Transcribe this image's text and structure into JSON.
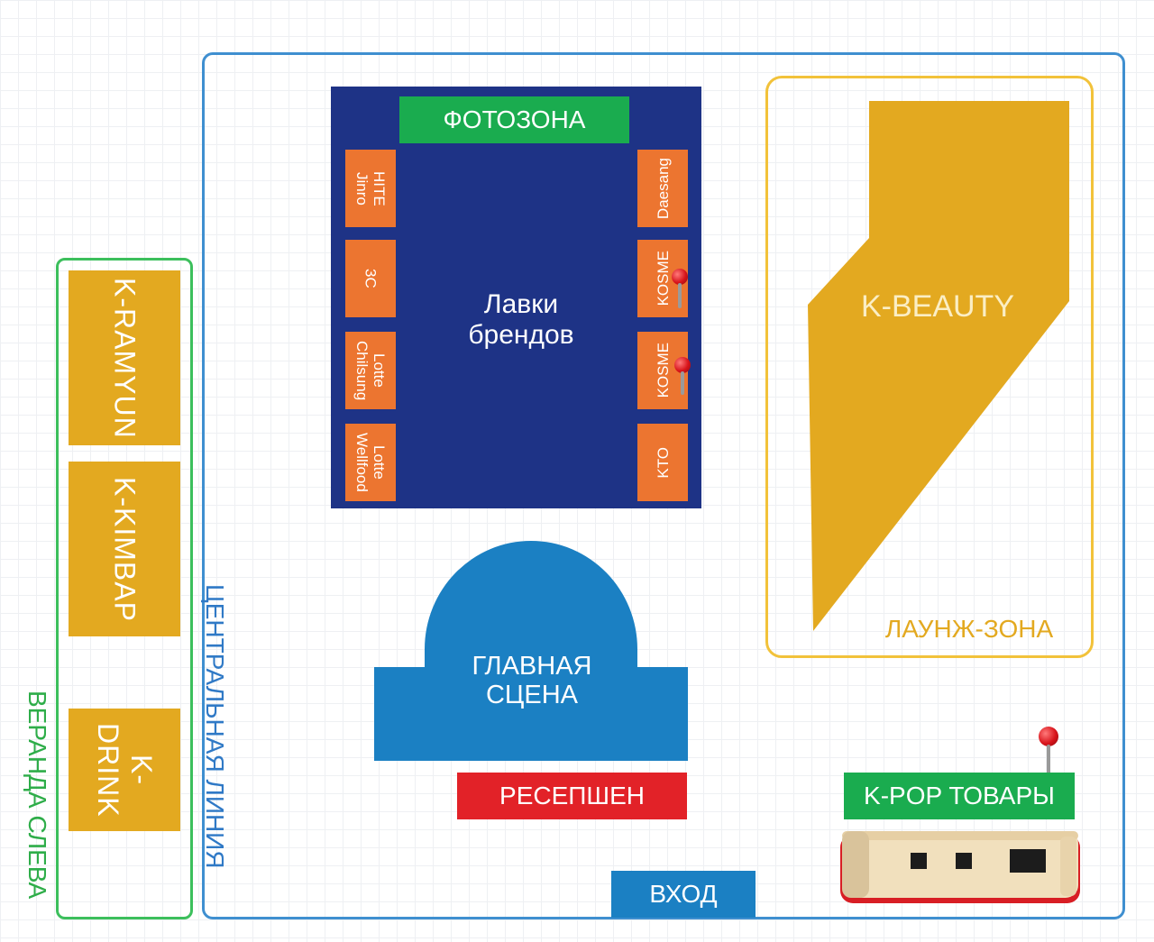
{
  "colors": {
    "central_border": "#3f8fd0",
    "veranda_border": "#3cbf5c",
    "booth_yellow": "#e3a920",
    "brands_navy": "#1e3386",
    "stall_orange": "#ec7530",
    "green_sign": "#1aac4f",
    "stage_blue": "#1b80c3",
    "reception_red": "#e22228",
    "lounge_border": "#f2c23a"
  },
  "areas": {
    "central_line_label": "ЦЕНТРАЛЬНАЯ ЛИНИЯ",
    "veranda_label": "ВЕРАНДА СЛЕВА",
    "lounge_label": "ЛАУНЖ-ЗОНА"
  },
  "veranda_booths": [
    "K-RAMYUN",
    "K-KIMBAP",
    "K-DRINK"
  ],
  "brands": {
    "title_line1": "Лавки",
    "title_line2": "брендов",
    "photozone": "ФОТОЗОНА",
    "left_stalls": [
      "HITE\nJinro",
      "3C",
      "Lotte\nChilsung",
      "Lotte\nWellfood"
    ],
    "right_stalls": [
      "Daesang",
      "KOSME",
      "KOSME",
      "KTO"
    ]
  },
  "k_beauty": "K-BEAUTY",
  "stage": {
    "line1": "ГЛАВНАЯ",
    "line2": "СЦЕНА"
  },
  "reception": "РЕСЕПШЕН",
  "entrance": "ВХОД",
  "kpop": "K-POP ТОВАРЫ",
  "icons": {
    "pin": "map-pin-icon"
  }
}
